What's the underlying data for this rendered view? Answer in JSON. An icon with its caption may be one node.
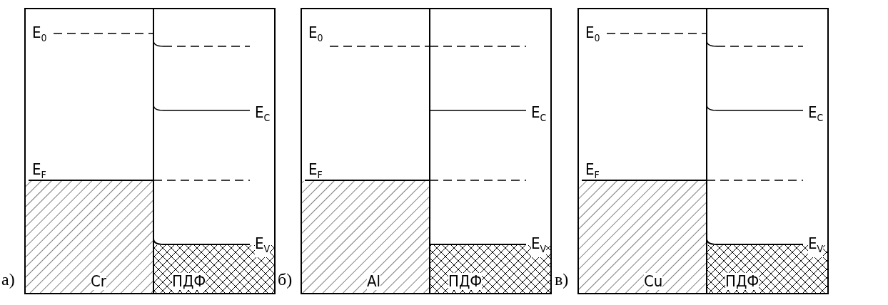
{
  "diagram": {
    "labels": [
      "а)",
      "E$_{0}$",
      "E$_{C}$",
      "E$_{F}$",
      "E$_{V}$",
      "Cr",
      "ПДФ",
      "б)",
      "E$_{0}$",
      "E$_{C}$",
      "E$_{F}$",
      "E$_{V}$",
      "Al",
      "ПДФ",
      "в)",
      "E$_{0}$",
      "E$_{C}$",
      "E$_{F}$",
      "E$_{V}$",
      "Cu",
      "ПДФ"
    ]
  }
}
